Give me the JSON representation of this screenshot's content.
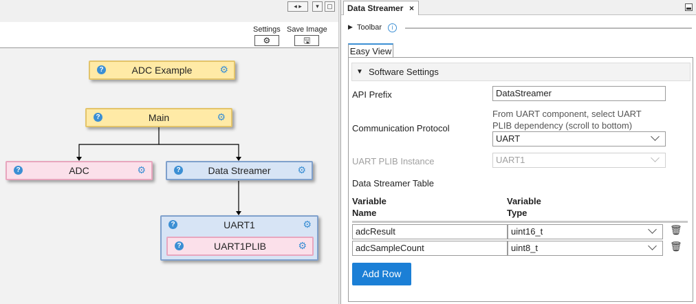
{
  "left": {
    "toolbar": {
      "settings_label": "Settings",
      "save_image_label": "Save Image"
    },
    "nodes": {
      "adc_example": "ADC Example",
      "main": "Main",
      "adc": "ADC",
      "data_streamer": "Data Streamer",
      "uart1": "UART1",
      "uart1plib": "UART1PLIB"
    }
  },
  "right": {
    "tab_title": "Data Streamer",
    "tab_close": "×",
    "toolbar_label": "Toolbar",
    "easy_view_tab": "Easy View",
    "section_title": "Software Settings",
    "api_prefix": {
      "label": "API Prefix",
      "value": "DataStreamer"
    },
    "comm_protocol": {
      "label": "Communication Protocol",
      "hint_line1": "From UART component, select UART",
      "hint_line2": "PLIB dependency (scroll to bottom)",
      "value": "UART"
    },
    "uart_plib": {
      "label": "UART PLIB Instance",
      "value": "UART1"
    },
    "table": {
      "title": "Data Streamer Table",
      "col_name_1": "Variable",
      "col_name_2": "Name",
      "col_type_1": "Variable",
      "col_type_2": "Type",
      "rows": [
        {
          "name": "adcResult",
          "type": "uint16_t"
        },
        {
          "name": "adcSampleCount",
          "type": "uint8_t"
        }
      ]
    },
    "add_row_label": "Add Row"
  },
  "colors": {
    "accent": "#1b7fd6",
    "node_yellow": "#ffeaa6",
    "node_pink": "#fbe0ea",
    "node_blue": "#d7e4f5",
    "icon_blue": "#3b8fd4"
  }
}
